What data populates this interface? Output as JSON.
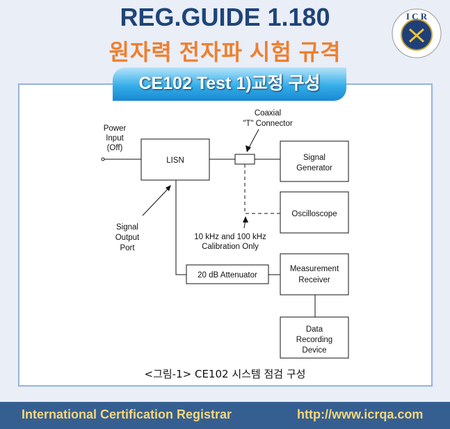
{
  "header": {
    "title": "REG.GUIDE 1.180",
    "subtitle": "원자력 전자파 시험 규격",
    "logo_text": "ICR"
  },
  "section_tab": {
    "label": "CE102 Test  1)교정 구성"
  },
  "diagram": {
    "power_input": [
      "Power",
      "Input",
      "(Off)"
    ],
    "lisn": "LISN",
    "coaxial": [
      "Coaxial",
      "\"T\" Connector"
    ],
    "signal_generator": [
      "Signal",
      "Generator"
    ],
    "oscilloscope": "Oscilloscope",
    "calibration_note": [
      "10 kHz and 100 kHz",
      "Calibration Only"
    ],
    "signal_output_port": [
      "Signal",
      "Output",
      "Port"
    ],
    "attenuator": "20 dB Attenuator",
    "measurement_receiver": [
      "Measurement",
      "Receiver"
    ],
    "data_recording": [
      "Data",
      "Recording",
      "Device"
    ]
  },
  "caption": "<그림-1> CE102 시스템 점검 구성",
  "footer": {
    "org": "International Certification Registrar",
    "url": "http://www.icrqa.com"
  }
}
